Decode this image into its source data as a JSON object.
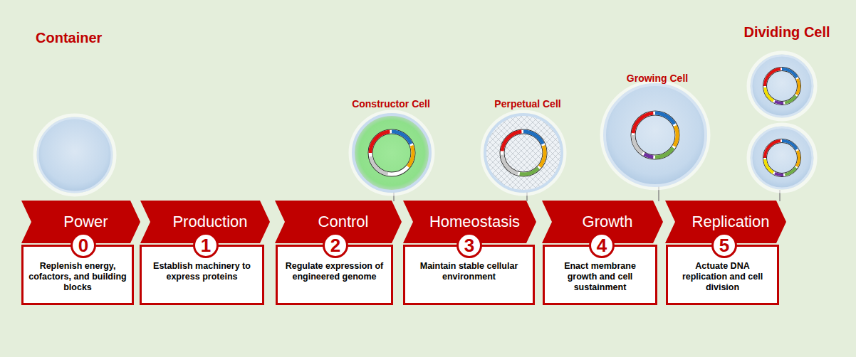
{
  "diagram": {
    "nodes": [
      {
        "text": [
          "Power"
        ]
      },
      {
        "text": [
          "0"
        ]
      },
      {
        "text": [
          "Replenish energy, cofactors, and building blocks"
        ]
      },
      {
        "text": [
          "Production"
        ]
      },
      {
        "text": [
          "1"
        ]
      },
      {
        "text": [
          "Establish machinery to express proteins"
        ]
      },
      {
        "text": [
          "Control"
        ]
      },
      {
        "text": [
          "2"
        ]
      },
      {
        "text": [
          "Regulate expression of engineered genome"
        ]
      },
      {
        "text": [
          "Homeostasis"
        ]
      },
      {
        "text": [
          "3"
        ]
      },
      {
        "text": [
          "Maintain stable cellular environment"
        ]
      },
      {
        "text": [
          "Growth"
        ]
      },
      {
        "text": [
          "4"
        ]
      },
      {
        "text": [
          "Enact membrane growth and cell sustainment"
        ]
      },
      {
        "text": [
          "Replication"
        ]
      },
      {
        "text": [
          "5"
        ]
      },
      {
        "text": [
          "Actuate DNA replication and cell division"
        ]
      }
    ],
    "labels": [
      "Container",
      "Constructor Cell",
      "Perpetual Cell",
      "Growing Cell",
      "Dividing Cell"
    ]
  }
}
